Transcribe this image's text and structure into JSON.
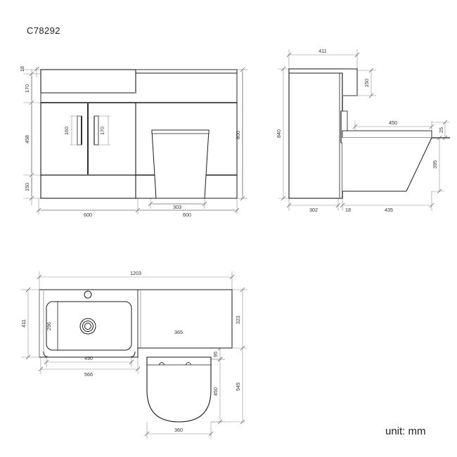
{
  "sheet": {
    "drawing_code": "C78292",
    "unit_label": "unit: mm",
    "background": "#ffffff",
    "line_color": "#1a1a1a",
    "thin_line_color": "#888888",
    "dim_text_color": "#333333"
  },
  "views": {
    "front": {
      "name": "front-elevation",
      "dimensions": {
        "basin_lip": "18",
        "basin_height": "170",
        "door_height": "458",
        "plinth_height": "150",
        "cabinet_width": "600",
        "toilet_section_width": "600",
        "toilet_base_width": "303",
        "total_height": "800",
        "handle_left": "160",
        "handle_right": "170"
      }
    },
    "side": {
      "name": "side-elevation",
      "dimensions": {
        "counter_depth": "411",
        "counter_drop": "150",
        "total_height": "840",
        "cistern_depth": "450",
        "seat_lip": "25",
        "pan_height": "395",
        "cabinet_depth": "302",
        "gap": "18",
        "toilet_depth": "435"
      }
    },
    "plan": {
      "name": "plan-view",
      "dimensions": {
        "total_width": "1203",
        "cabinet_depth": "411",
        "basin_inner_depth": "296",
        "basin_inner_width": "490",
        "basin_outer_width": "566",
        "toilet_offset_depth": "323",
        "seat_width": "365",
        "seat_top_gap": "95",
        "seat_length": "450",
        "toilet_total_length": "545",
        "pan_width": "360"
      }
    }
  }
}
